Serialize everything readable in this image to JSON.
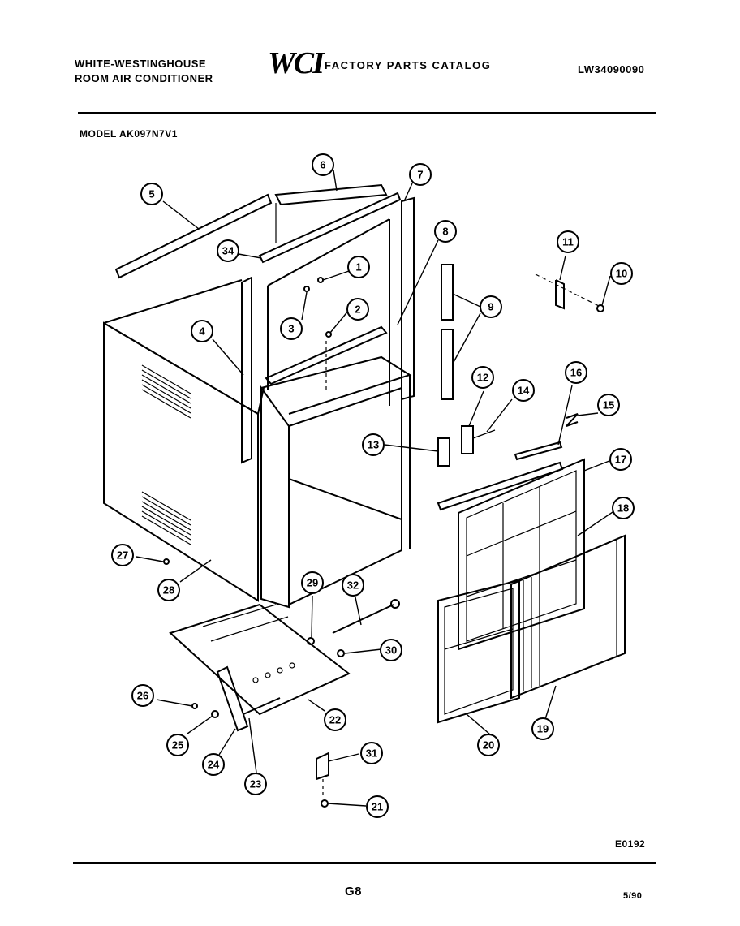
{
  "header": {
    "brand_line1": "WHITE-WESTINGHOUSE",
    "brand_line2": "ROOM AIR CONDITIONER",
    "logo": "WCI",
    "catalog_title": "FACTORY PARTS CATALOG",
    "catalog_number": "LW34090090"
  },
  "model": "MODEL AK097N7V1",
  "diagram_code": "E0192",
  "page_number": "G8",
  "date_code": "5/90",
  "callouts": [
    {
      "id": "1"
    },
    {
      "id": "2"
    },
    {
      "id": "3"
    },
    {
      "id": "4"
    },
    {
      "id": "5"
    },
    {
      "id": "6"
    },
    {
      "id": "7"
    },
    {
      "id": "8"
    },
    {
      "id": "9"
    },
    {
      "id": "10"
    },
    {
      "id": "11"
    },
    {
      "id": "12"
    },
    {
      "id": "13"
    },
    {
      "id": "14"
    },
    {
      "id": "15"
    },
    {
      "id": "16"
    },
    {
      "id": "17"
    },
    {
      "id": "18"
    },
    {
      "id": "19"
    },
    {
      "id": "20"
    },
    {
      "id": "21"
    },
    {
      "id": "22"
    },
    {
      "id": "23"
    },
    {
      "id": "24"
    },
    {
      "id": "25"
    },
    {
      "id": "26"
    },
    {
      "id": "27"
    },
    {
      "id": "28"
    },
    {
      "id": "29"
    },
    {
      "id": "30"
    },
    {
      "id": "31"
    },
    {
      "id": "32"
    },
    {
      "id": "34"
    }
  ]
}
